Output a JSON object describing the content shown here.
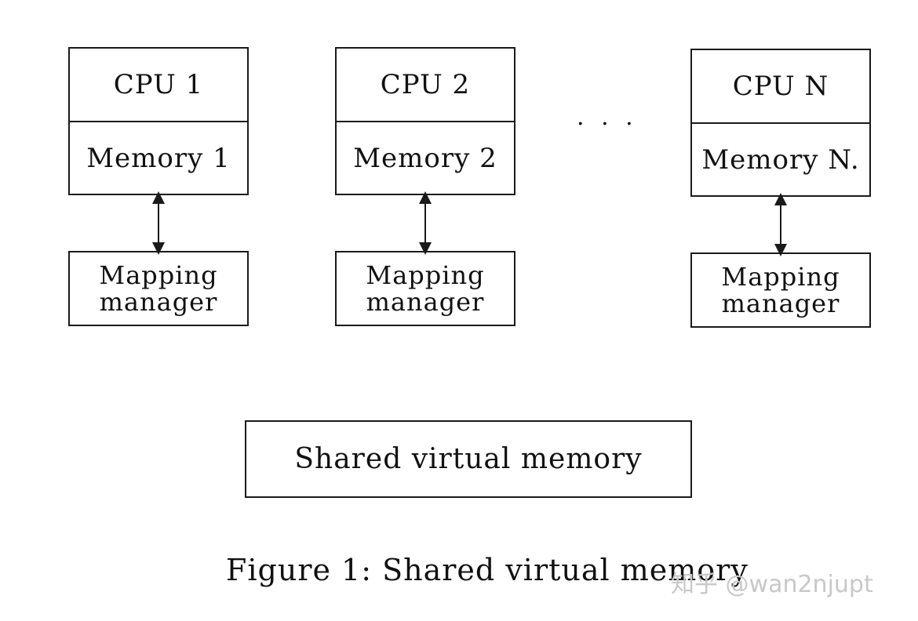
{
  "nodes": [
    {
      "cpu": "CPU 1",
      "memory": "Memory 1",
      "mapping_line1": "Mapping",
      "mapping_line2": "manager"
    },
    {
      "cpu": "CPU 2",
      "memory": "Memory 2",
      "mapping_line1": "Mapping",
      "mapping_line2": "manager"
    },
    {
      "cpu": "CPU N",
      "memory": "Memory N.",
      "mapping_line1": "Mapping",
      "mapping_line2": "manager"
    }
  ],
  "ellipsis": ". . .",
  "shared_memory": "Shared virtual memory",
  "caption": "Figure 1: Shared virtual memory",
  "watermark": "知乎 @wan2njupt",
  "colors": {
    "stroke": "#1a1a1a",
    "watermark": "#c8c8c8"
  }
}
